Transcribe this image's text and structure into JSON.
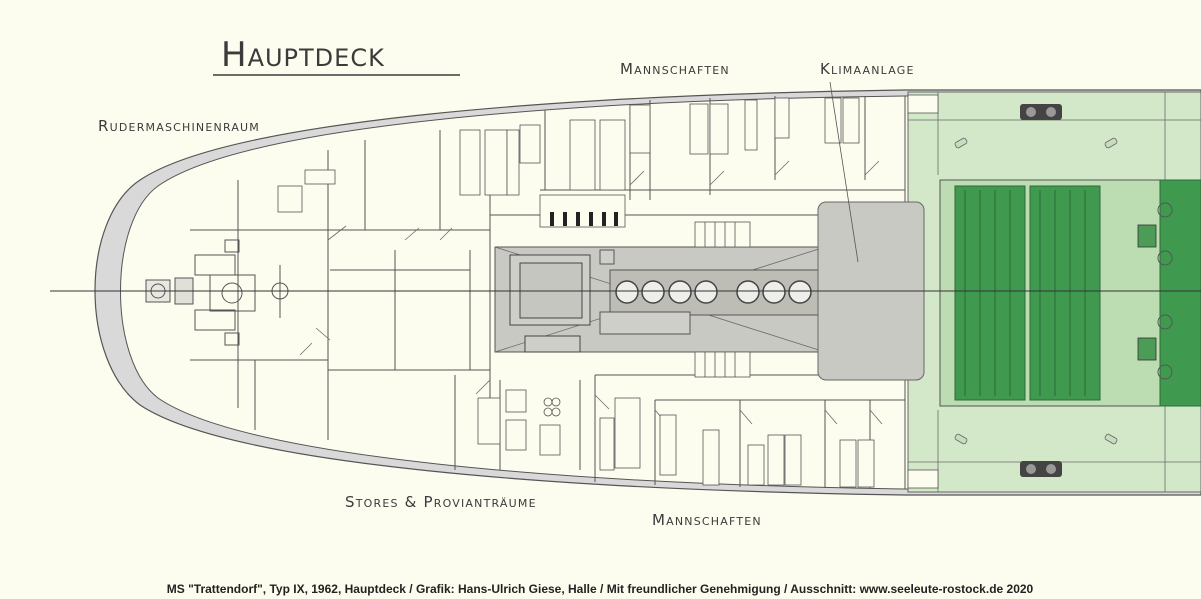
{
  "title": "Hauptdeck",
  "labels": {
    "rudder_room": "Rudermaschinenraum",
    "crew_top": "Mannschaften",
    "ac": "Klimaanlage",
    "stores": "Stores & Provianträume",
    "crew_bottom": "Mannschaften"
  },
  "credit": "MS \"Trattendorf\", Typ IX, 1962, Hauptdeck / Grafik: Hans-Ulrich Giese, Halle / Mit freundlicher Genehmigung / Ausschnitt: www.seeleute-rostock.de 2020",
  "colors": {
    "background": "#fdfdef",
    "hull": "#d9d9d9",
    "deck_green": "#d2e8c8",
    "hatch_green": "#3f9a50",
    "engine_casing": "#c9c9c3",
    "text": "#3b3b3b"
  }
}
